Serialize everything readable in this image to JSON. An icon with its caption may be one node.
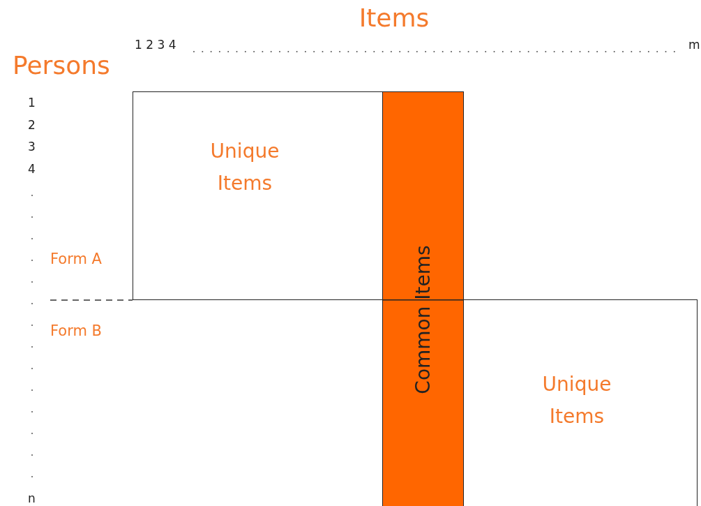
{
  "diagram": {
    "nodes": [
      {
        "text": [
          "Unique Items"
        ]
      },
      {
        "text": [
          "Common Items"
        ]
      },
      {
        "text": [
          "Unique Items"
        ]
      }
    ],
    "labels": [
      "Items",
      "1 2 3 4",
      "m",
      "Persons",
      "1",
      "2",
      "3",
      "4",
      "Form A",
      "Form B",
      "n"
    ]
  }
}
